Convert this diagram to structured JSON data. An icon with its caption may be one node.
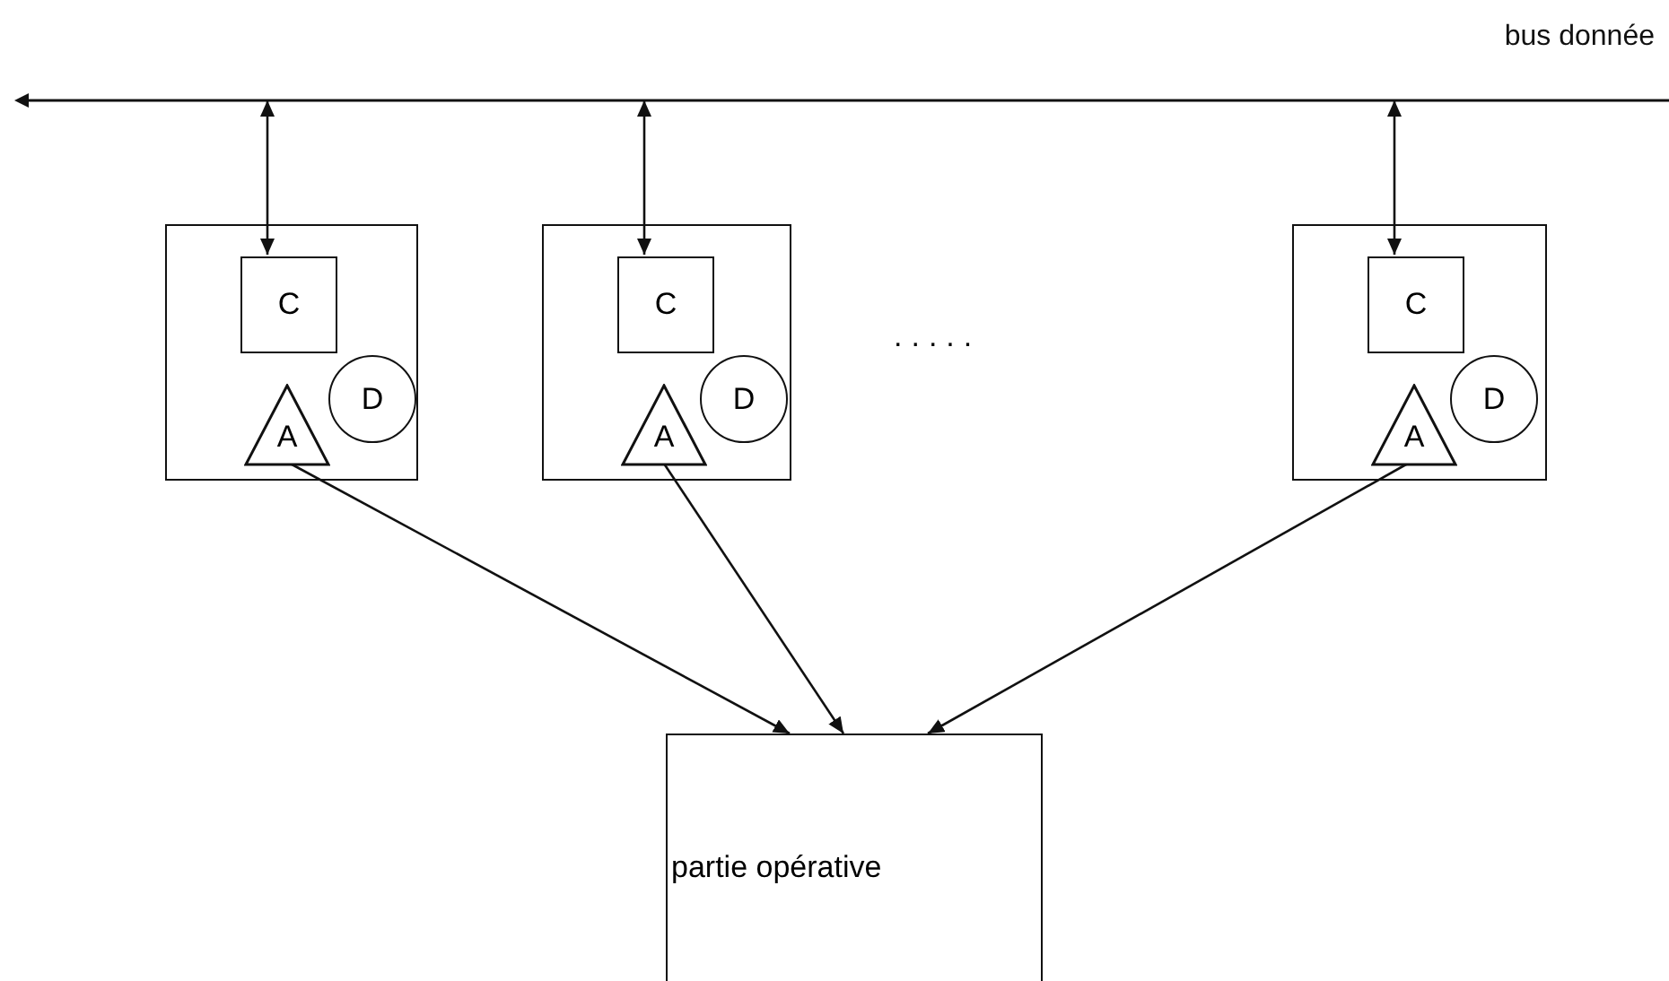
{
  "diagram": {
    "nodes": [
      {
        "text": [
          "bus donnée"
        ]
      },
      {
        "text": [],
        "shape": "box"
      },
      {
        "text": [
          "C"
        ],
        "in": 1
      },
      {
        "text": [
          "D"
        ],
        "in": 1
      },
      {
        "text": [
          "A"
        ],
        "in": 1
      },
      {
        "text": [],
        "shape": "box"
      },
      {
        "text": [
          "C"
        ],
        "in": 5
      },
      {
        "text": [
          "D"
        ],
        "in": 5
      },
      {
        "text": [
          "A"
        ],
        "in": 5
      },
      {
        "text": [],
        "shape": "box"
      },
      {
        "text": [
          "C"
        ],
        "in": 9
      },
      {
        "text": [
          "D"
        ],
        "in": 9
      },
      {
        "text": [
          "A"
        ],
        "in": 9
      },
      {
        "text": [
          "partie opérative"
        ]
      }
    ],
    "edges": [
      {
        "from": 0,
        "to": 2,
        "arrow": "both"
      },
      {
        "from": 0,
        "to": 6,
        "arrow": "both"
      },
      {
        "from": 0,
        "to": 10,
        "arrow": "both"
      },
      {
        "from": 4,
        "to": 13,
        "arrow": "to"
      },
      {
        "from": 8,
        "to": 13,
        "arrow": "to"
      },
      {
        "from": 12,
        "to": 13,
        "arrow": "to"
      }
    ],
    "labels": [
      "....."
    ]
  }
}
